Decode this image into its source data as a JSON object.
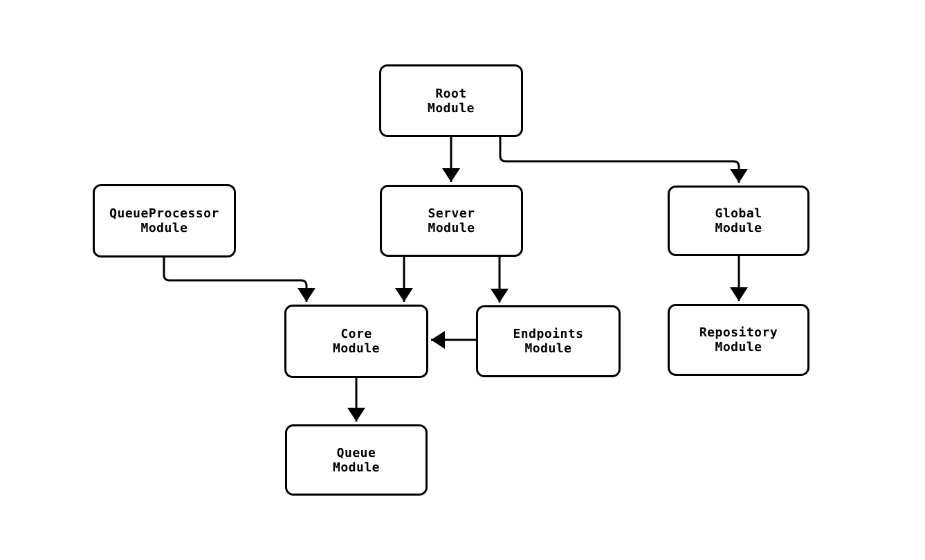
{
  "diagram": {
    "type": "flowchart",
    "colors": {
      "background": "#ffffff",
      "node_fill": "#ffffff",
      "node_border": "#000000",
      "edge": "#000000",
      "text": "#000000"
    },
    "nodes": {
      "root": {
        "label": "Root\nModule"
      },
      "queueprocessor": {
        "label": "QueueProcessor\nModule"
      },
      "server": {
        "label": "Server\nModule"
      },
      "global": {
        "label": "Global\nModule"
      },
      "core": {
        "label": "Core\nModule"
      },
      "endpoints": {
        "label": "Endpoints\nModule"
      },
      "repository": {
        "label": "Repository\nModule"
      },
      "queue": {
        "label": "Queue\nModule"
      }
    },
    "edges": [
      {
        "from": "Root Module",
        "to": "Server Module"
      },
      {
        "from": "Root Module",
        "to": "Global Module"
      },
      {
        "from": "QueueProcessor Module",
        "to": "Core Module"
      },
      {
        "from": "Server Module",
        "to": "Core Module"
      },
      {
        "from": "Server Module",
        "to": "Endpoints Module"
      },
      {
        "from": "Endpoints Module",
        "to": "Core Module"
      },
      {
        "from": "Global Module",
        "to": "Repository Module"
      },
      {
        "from": "Core Module",
        "to": "Queue Module"
      }
    ]
  }
}
